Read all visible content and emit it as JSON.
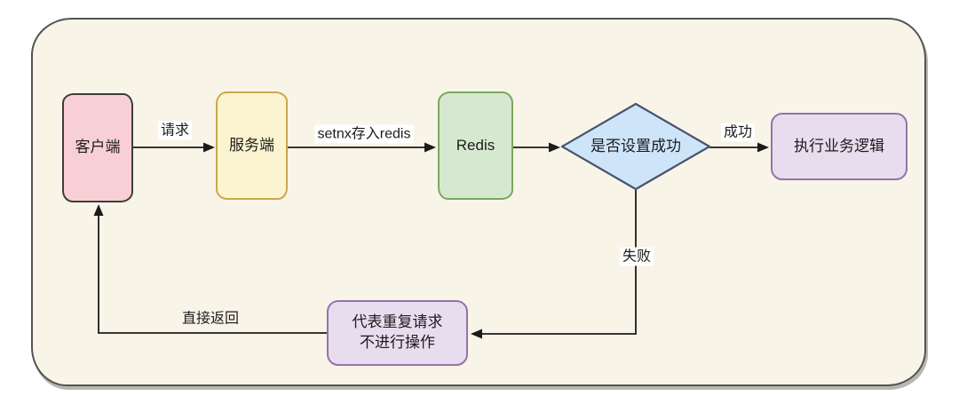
{
  "diagram": {
    "frame": {
      "fill": "#f9f4e8",
      "border": "#545454"
    },
    "line_color": "#1b1b1b",
    "nodes": {
      "client": {
        "label": "客户端",
        "fill": "#f9cfd6",
        "border": "#3d3d3d",
        "shape": "box"
      },
      "server": {
        "label": "服务端",
        "fill": "#fcf3d0",
        "border": "#c9a84c",
        "shape": "box"
      },
      "redis": {
        "label": "Redis",
        "fill": "#d6e8cf",
        "border": "#79a95c",
        "shape": "box"
      },
      "decision": {
        "label": "是否设置成功",
        "fill": "#cee4f9",
        "border": "#47536e",
        "shape": "diamond"
      },
      "business": {
        "label": "执行业务逻辑",
        "fill": "#e7ddef",
        "border": "#9673a6",
        "shape": "box"
      },
      "duplicate": {
        "label": "代表重复请求\n不进行操作",
        "fill": "#e7ddef",
        "border": "#9673a6",
        "shape": "box"
      }
    },
    "edges": {
      "client_to_server": {
        "from": "client",
        "to": "server",
        "label": "请求"
      },
      "server_to_redis": {
        "from": "server",
        "to": "redis",
        "label": "setnx存入redis"
      },
      "redis_to_decision": {
        "from": "redis",
        "to": "decision",
        "label": ""
      },
      "decision_to_business": {
        "from": "decision",
        "to": "business",
        "label": "成功"
      },
      "decision_to_duplicate": {
        "from": "decision",
        "to": "duplicate",
        "label": "失败"
      },
      "duplicate_to_client": {
        "from": "duplicate",
        "to": "client",
        "label": "直接返回"
      }
    }
  }
}
